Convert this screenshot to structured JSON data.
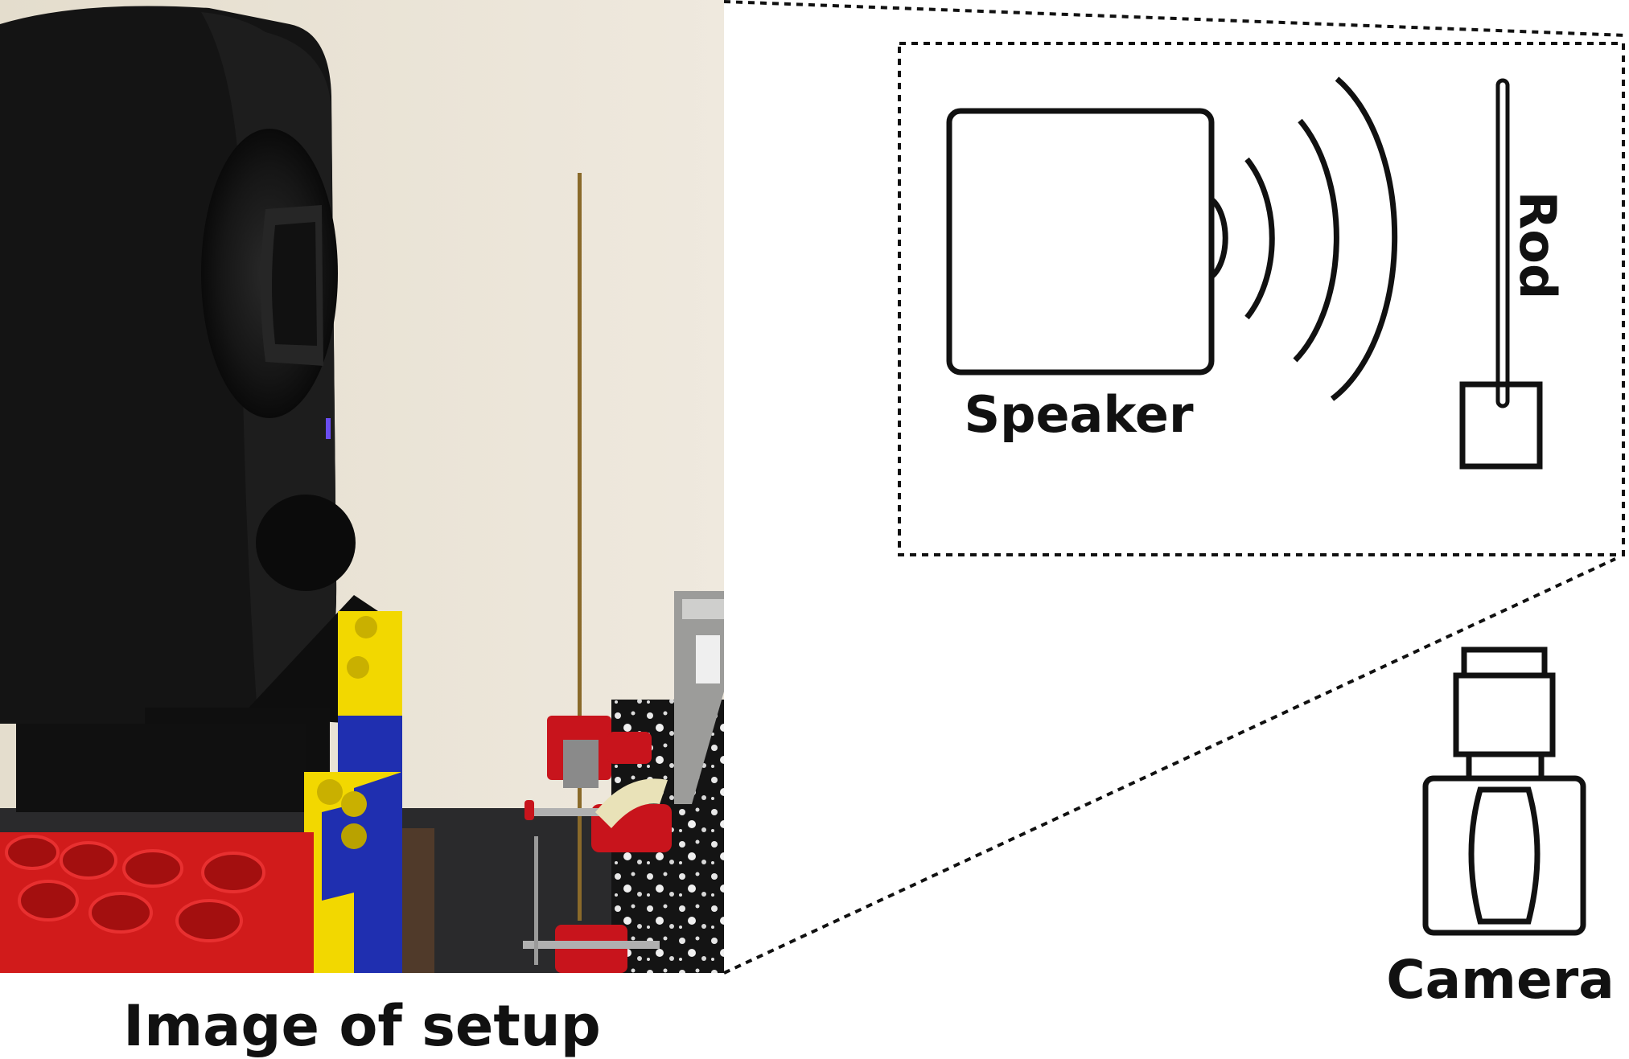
{
  "photo": {
    "caption": "Image of setup"
  },
  "schematic": {
    "speaker_label": "Speaker",
    "rod_label": "Rod",
    "camera_label": "Camera"
  },
  "colors": {
    "wall": "#e9e3d6",
    "speaker_body": "#121212",
    "lego_red": "#d11b1b",
    "lego_yellow": "#f2d800",
    "lego_blue": "#1f2fb0",
    "vise_red": "#c8141c",
    "line": "#111111"
  }
}
